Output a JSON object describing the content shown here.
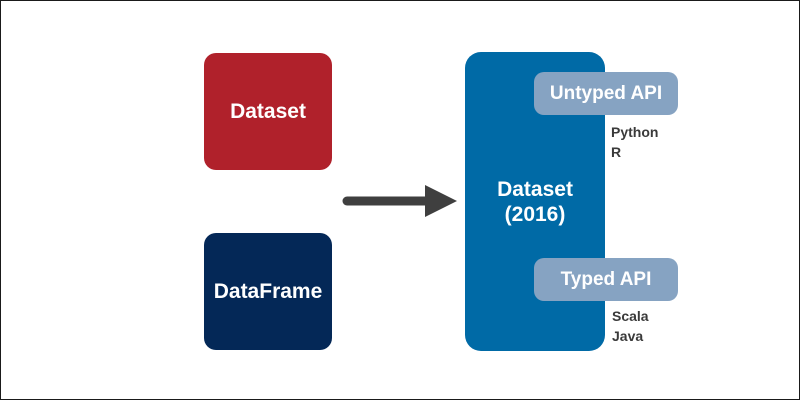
{
  "diagram": {
    "legacy": {
      "dataset_label": "Dataset",
      "dataframe_label": "DataFrame"
    },
    "unified": {
      "title_line1": "Dataset",
      "title_line2": "(2016)"
    },
    "untyped_api": {
      "label": "Untyped API",
      "languages": [
        "Python",
        "R"
      ]
    },
    "typed_api": {
      "label": "Typed API",
      "languages": [
        "Scala",
        "Java"
      ]
    },
    "colors": {
      "dataset_red": "#b0212b",
      "dataframe_navy": "#042857",
      "unified_blue": "#006aa6",
      "api_pill": "#86a3c2",
      "arrow": "#3f3f3f"
    }
  }
}
